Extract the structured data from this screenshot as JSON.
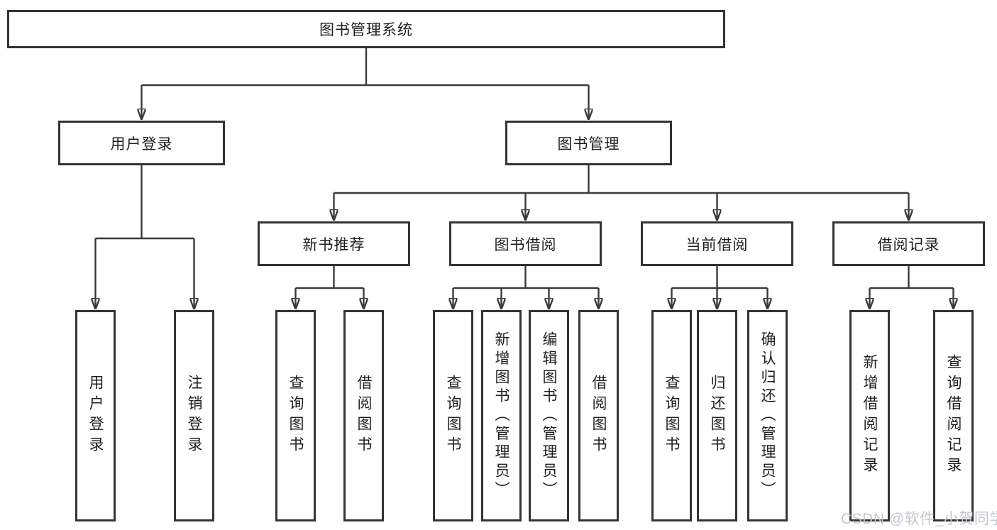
{
  "diagram_title": "图书管理系统",
  "watermark": "CSDN @软件_小贺同学",
  "colors": {
    "background": "#ffffff",
    "line": "#3b3b3d",
    "box_border": "#343436",
    "text": "#1e1e20",
    "watermark": "#c3c7cc"
  },
  "nodes": {
    "root": "图书管理系统",
    "user_login": "用户登录",
    "book_management": "图书管理",
    "new_book_recommend": "新书推荐",
    "book_borrowing": "图书借阅",
    "current_borrowing": "当前借阅",
    "borrowing_records": "借阅记录",
    "leaf_login": "用户登录",
    "leaf_logout": "注销登录",
    "leaf_rec_query_books": "查询图书",
    "leaf_rec_borrow_books": "借阅图书",
    "leaf_bb_query_books": "查询图书",
    "leaf_bb_add_books_admin": "新增图书（管理员）",
    "leaf_bb_edit_books_admin": "编辑图书（管理员）",
    "leaf_bb_borrow_books": "借阅图书",
    "leaf_cb_query_books": "查询图书",
    "leaf_cb_return_books": "归还图书",
    "leaf_cb_confirm_return_admin": "确认归还（管理员）",
    "leaf_br_add_record": "新增借阅记录",
    "leaf_br_query_record": "查询借阅记录"
  },
  "hierarchy": {
    "图书管理系统": {
      "用户登录": [
        "用户登录",
        "注销登录"
      ],
      "图书管理": {
        "新书推荐": [
          "查询图书",
          "借阅图书"
        ],
        "图书借阅": [
          "查询图书",
          "新增图书（管理员）",
          "编辑图书（管理员）",
          "借阅图书"
        ],
        "当前借阅": [
          "查询图书",
          "归还图书",
          "确认归还（管理员）"
        ],
        "借阅记录": [
          "新增借阅记录",
          "查询借阅记录"
        ]
      }
    }
  }
}
